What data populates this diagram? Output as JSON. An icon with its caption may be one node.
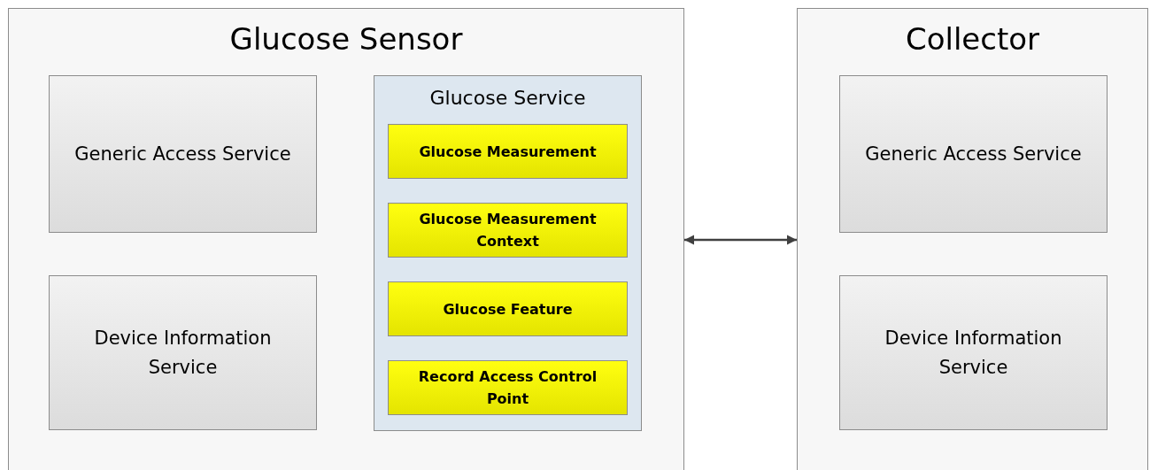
{
  "diagram": {
    "nodes": [
      {
        "text": [
          "Glucose Sensor"
        ]
      },
      {
        "text": [
          "Generic Access Service"
        ],
        "in": 0
      },
      {
        "text": [
          "Device Information Service"
        ],
        "in": 0
      },
      {
        "text": [
          "Glucose Service"
        ],
        "in": 0
      },
      {
        "text": [
          "Glucose Measurement"
        ],
        "in": 3
      },
      {
        "text": [
          "Glucose Measurement Context"
        ],
        "in": 3
      },
      {
        "text": [
          "Glucose Feature"
        ],
        "in": 3
      },
      {
        "text": [
          "Record Access Control Point"
        ],
        "in": 3
      },
      {
        "text": [
          "Collector"
        ]
      },
      {
        "text": [
          "Generic Access Service"
        ],
        "in": 8
      },
      {
        "text": [
          "Device Information Service"
        ],
        "in": 8
      }
    ],
    "edges": [
      {
        "from": 0,
        "to": 8,
        "arrow": "both"
      }
    ]
  }
}
